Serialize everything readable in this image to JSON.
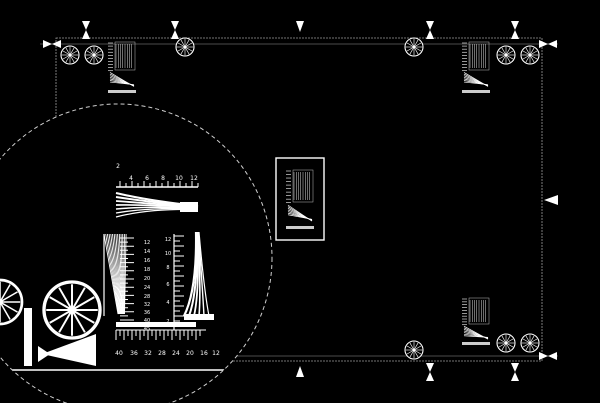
{
  "colors": {
    "background": "#000000",
    "ink": "#ffffff",
    "frame_line": "#9a9a9a"
  },
  "magnifier": {
    "top_scale_labels": [
      "2",
      "4",
      "6",
      "8",
      "10",
      "12"
    ],
    "left_scale_labels": [
      "12",
      "14",
      "16",
      "18",
      "20",
      "24",
      "28",
      "32",
      "36",
      "40",
      "45"
    ],
    "right_scale_labels": [
      "12",
      "10",
      "8",
      "6",
      "4",
      "2"
    ],
    "bottom_scale_labels": [
      "40",
      "36",
      "32",
      "28",
      "24",
      "20",
      "16",
      "12"
    ]
  }
}
